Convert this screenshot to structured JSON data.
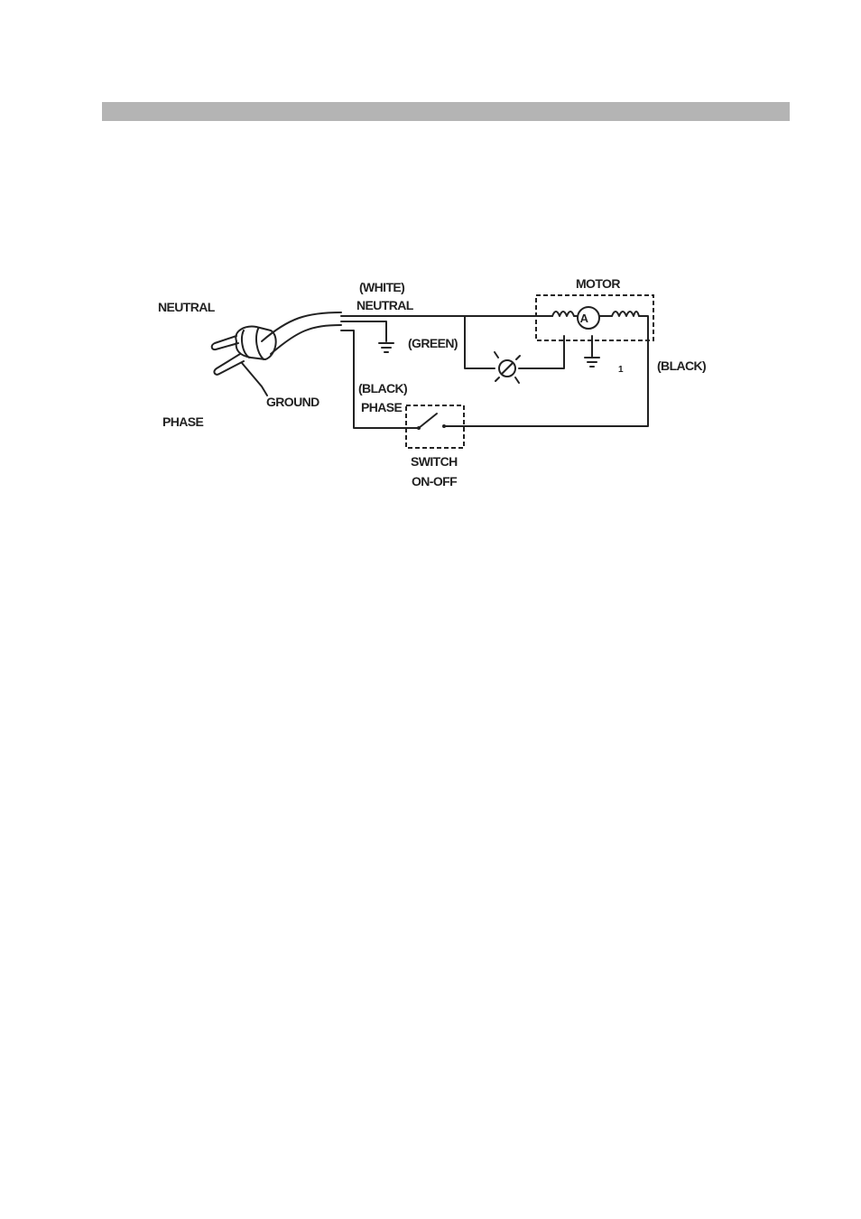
{
  "colors": {
    "header_bar": "#b4b4b4",
    "ink": "#222222",
    "background": "#ffffff"
  },
  "diagram": {
    "labels": {
      "plug_neutral": "NEUTRAL",
      "plug_phase": "PHASE",
      "plug_ground": "GROUND",
      "white_wire": "(WHITE)",
      "white_neutral": "NEUTRAL",
      "green_wire": "(GREEN)",
      "black_wire_top": "(BLACK)",
      "black_phase": "PHASE",
      "black_wire_right": "(BLACK)",
      "motor": "MOTOR",
      "motor_armature": "A",
      "switch_line1": "SWITCH",
      "switch_line2": "ON-OFF",
      "mark": "1"
    },
    "icons": {
      "plug": "plug-icon",
      "ground": "ground-icon",
      "lamp": "lamp-icon",
      "motor": "motor-icon",
      "switch": "switch-icon"
    }
  }
}
